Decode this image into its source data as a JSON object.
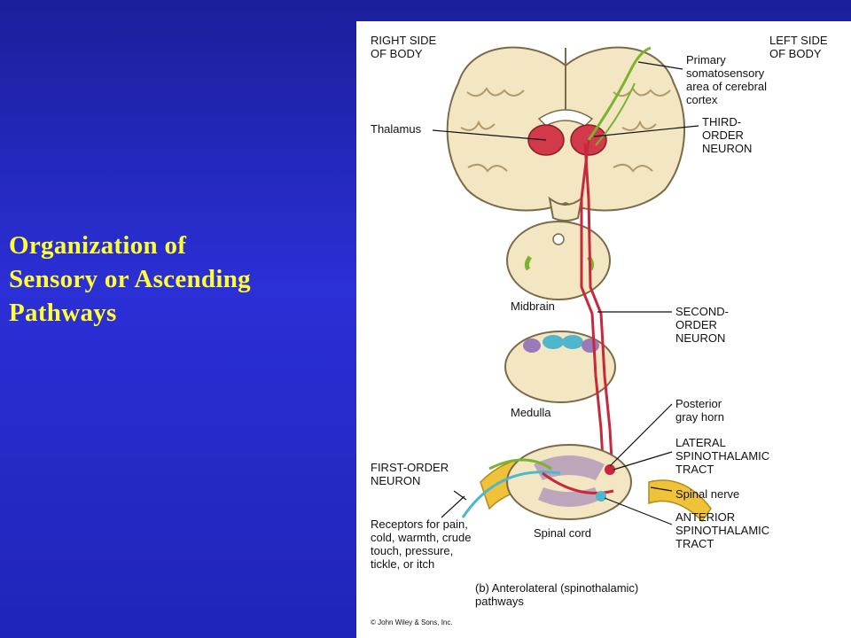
{
  "slide": {
    "title": "Organization of\nSensory or Ascending\nPathways",
    "colors": {
      "background": "#2b2fd6",
      "title": "#ffff33",
      "panel": "#ffffff"
    }
  },
  "figure": {
    "labels": {
      "right_side": "RIGHT SIDE\nOF BODY",
      "left_side": "LEFT SIDE\nOF BODY",
      "primary_area": "Primary\nsomatosensory\narea of cerebral\ncortex",
      "thalamus": "Thalamus",
      "third_order": "THIRD-\nORDER\nNEURON",
      "midbrain": "Midbrain",
      "second_order": "SECOND-\nORDER\nNEURON",
      "medulla": "Medulla",
      "posterior_horn": "Posterior\ngray horn",
      "lateral_tract": "LATERAL\nSPINOTHALAMIC\nTRACT",
      "first_order": "FIRST-ORDER\nNEURON",
      "spinal_nerve": "Spinal nerve",
      "anterior_tract": "ANTERIOR\nSPINOTHALAMIC\nTRACT",
      "receptors": "Receptors for pain,\ncold, warmth, crude\ntouch, pressure,\ntickle, or itch",
      "spinal_cord": "Spinal cord",
      "caption": "(b)  Anterolateral (spinothalamic)\n       pathways",
      "copyright": "© John Wiley & Sons, Inc."
    },
    "colors": {
      "neuron": "#c8283c",
      "sensory_pathway": "#7ab32e",
      "brain_tissue": "#f3e6c2",
      "brain_outline": "#7a6a4a",
      "thalamus": "#d23a4a",
      "spinal_nerve": "#f0c23a",
      "cyan": "#4fb6cc",
      "purple": "#9a7ab8"
    }
  }
}
